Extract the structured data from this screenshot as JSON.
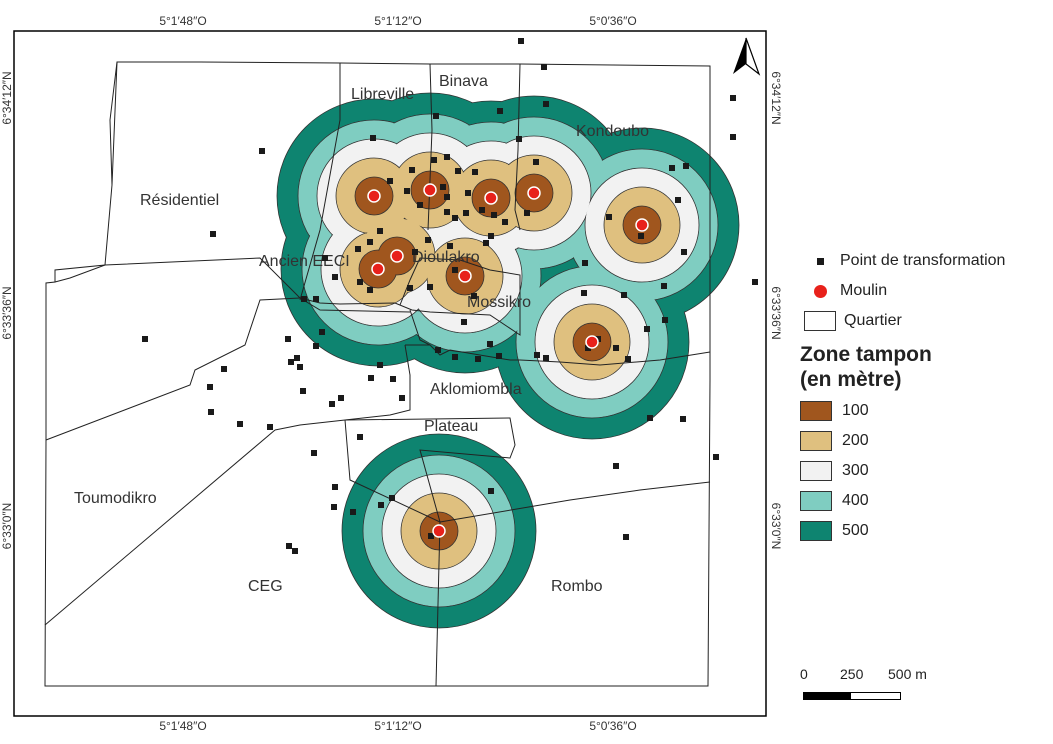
{
  "map": {
    "coords_top": [
      "5°1′48″O",
      "5°1′12″O",
      "5°0′36″O"
    ],
    "coords_bottom": [
      "5°1′48″O",
      "5°1′12″O",
      "5°0′36″O"
    ],
    "coords_left": [
      "6°34′12″N",
      "6°33′36″N",
      "6°33′0″N"
    ],
    "coords_right": [
      "6°34′12″N",
      "6°33′36″N",
      "6°33′0″N"
    ],
    "quarters": [
      "Libreville",
      "Binava",
      "Kondoubo",
      "Résidentiel",
      "Ancien EECI",
      "Dioulakro",
      "Mossikro",
      "Aklomiombla",
      "Plateau",
      "Toumodikro",
      "CEG",
      "Rombo"
    ]
  },
  "legend": {
    "point_label": "Point de transformation",
    "moulin_label": "Moulin",
    "quartier_label": "Quartier",
    "zone_title_line1": "Zone tampon",
    "zone_title_line2": "(en mètre)",
    "zones": [
      {
        "label": "100",
        "color": "#A0561E"
      },
      {
        "label": "200",
        "color": "#DFC07F"
      },
      {
        "label": "300",
        "color": "#F2F2F2"
      },
      {
        "label": "400",
        "color": "#7FCDC1"
      },
      {
        "label": "500",
        "color": "#0E8470"
      }
    ],
    "point_color": "#1a1a1a",
    "moulin_color": "#E8211B"
  },
  "scale": {
    "labels": [
      "0",
      "250",
      "500 m"
    ]
  }
}
